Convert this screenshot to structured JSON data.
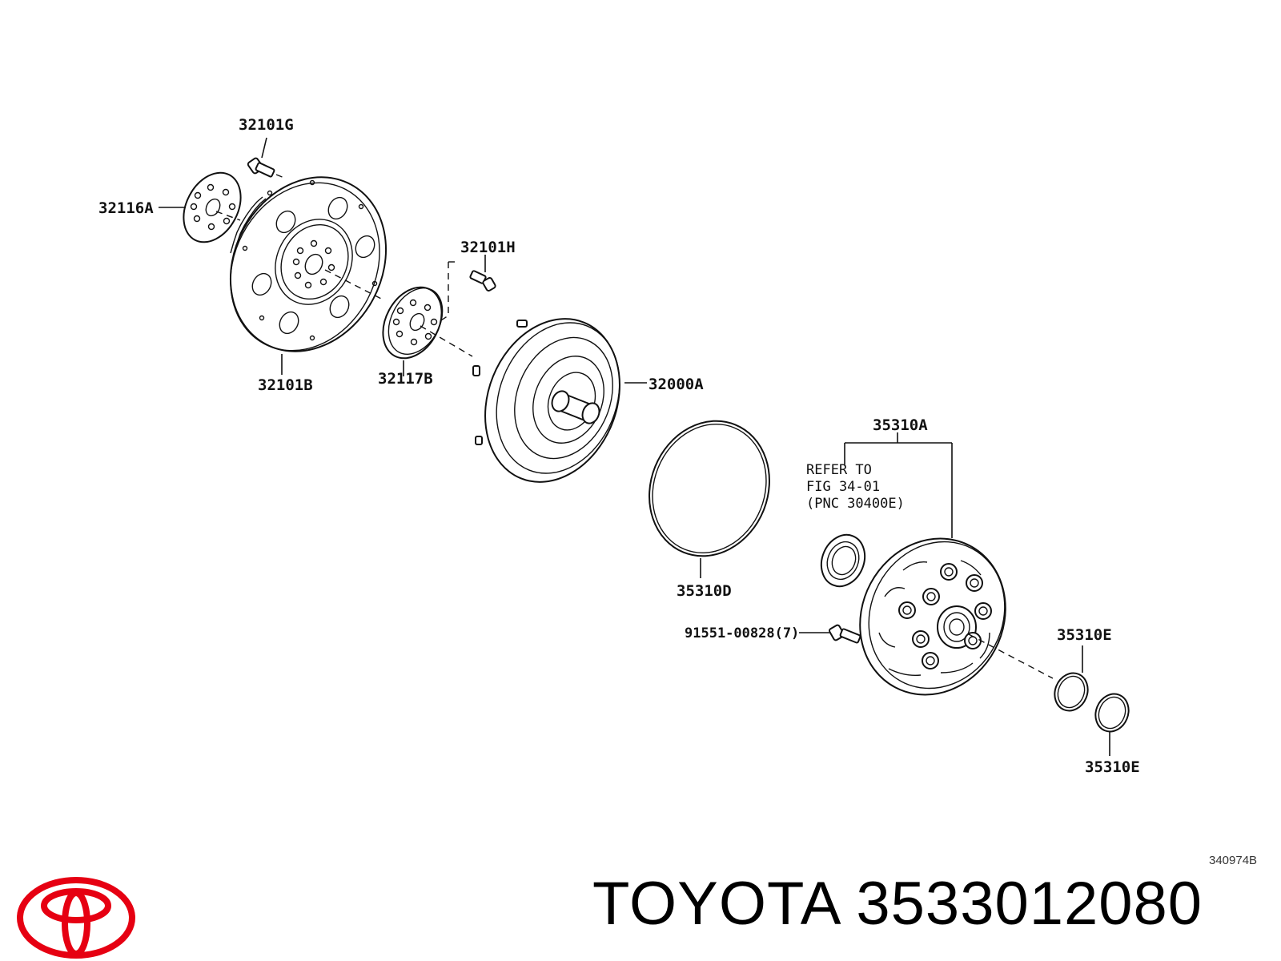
{
  "callouts": {
    "p32101G": "32101G",
    "p32116A": "32116A",
    "p32101H": "32101H",
    "p32101B": "32101B",
    "p32117B": "32117B",
    "p32000A": "32000A",
    "p35310A": "35310A",
    "p35310D": "35310D",
    "p91551": "91551-00828(7)",
    "p35310E_top": "35310E",
    "p35310E_bottom": "35310E"
  },
  "note": {
    "line1": "REFER TO",
    "line2": "FIG 34-01",
    "line3": "(PNC 30400E)"
  },
  "ref_code": "340974B",
  "brand": {
    "name": "TOYOTA",
    "part_number": "3533012080",
    "logo_color": "#e60012"
  }
}
